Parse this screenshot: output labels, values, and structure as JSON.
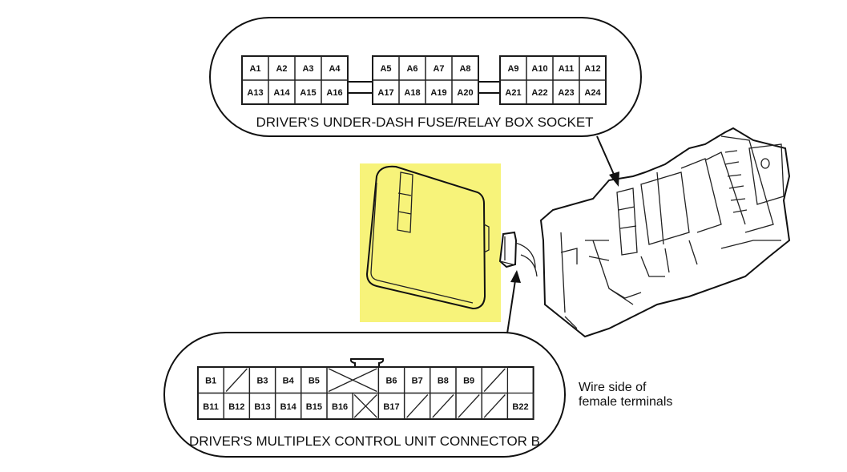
{
  "socket_a": {
    "title": "DRIVER'S UNDER-DASH FUSE/RELAY BOX SOCKET",
    "blocks": [
      [
        [
          "A1",
          "A2",
          "A3",
          "A4"
        ],
        [
          "A13",
          "A14",
          "A15",
          "A16"
        ]
      ],
      [
        [
          "A5",
          "A6",
          "A7",
          "A8"
        ],
        [
          "A17",
          "A18",
          "A19",
          "A20"
        ]
      ],
      [
        [
          "A9",
          "A10",
          "A11",
          "A12"
        ],
        [
          "A21",
          "A22",
          "A23",
          "A24"
        ]
      ]
    ]
  },
  "connector_b": {
    "title": "DRIVER'S MULTIPLEX CONTROL UNIT CONNECTOR B",
    "rows": [
      [
        "B1",
        "/",
        "B3",
        "B4",
        "B5",
        "XX",
        "B6",
        "B7",
        "B8",
        "B9",
        "/"
      ],
      [
        "B11",
        "B12",
        "B13",
        "B14",
        "B15",
        "B16",
        "X",
        "B17",
        "/",
        "/",
        "/",
        "/",
        "B22"
      ]
    ]
  },
  "note": {
    "line1": "Wire side of",
    "line2": "female terminals"
  },
  "colors": {
    "highlight": "#f7f37a",
    "ink": "#111111"
  }
}
